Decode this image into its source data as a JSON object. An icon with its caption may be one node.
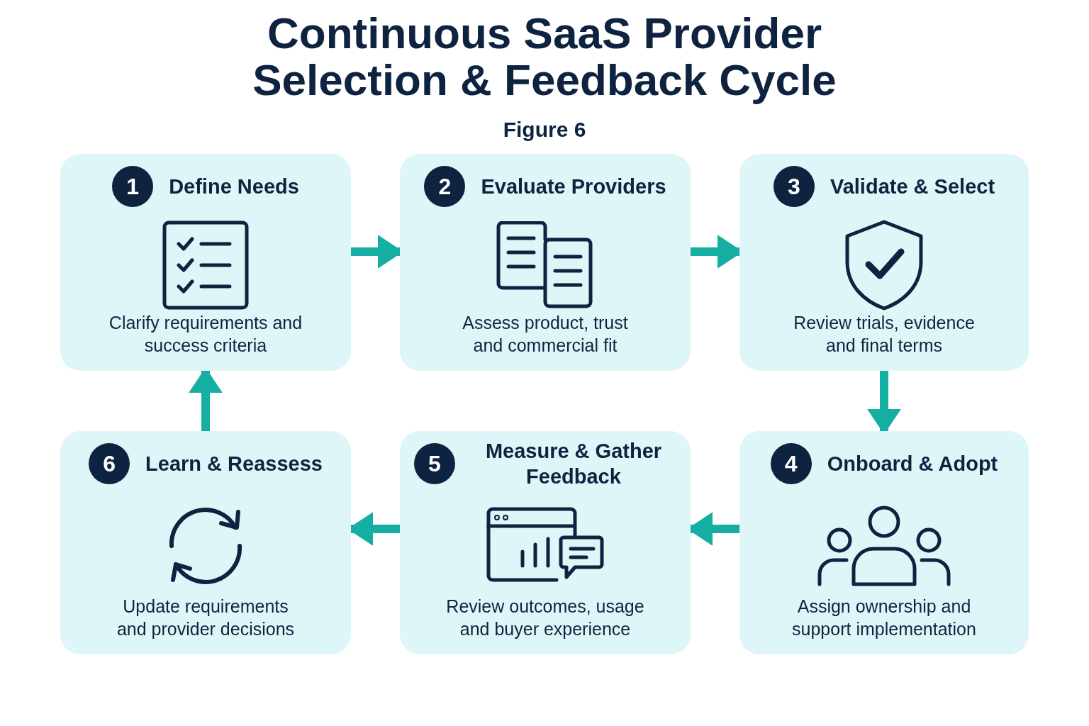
{
  "diagram": {
    "title": "Continuous SaaS Provider Selection & Feedback Cycle",
    "caption": "Figure 6",
    "nodes": [
      {
        "text": [
          "1",
          "Define Needs",
          "Clarify requirements and success criteria"
        ]
      },
      {
        "text": [
          "2",
          "Evaluate Providers",
          "Assess product, trust and commercial fit"
        ]
      },
      {
        "text": [
          "3",
          "Validate & Select",
          "Review trials, evidence and final terms"
        ]
      },
      {
        "text": [
          "4",
          "Onboard & Adopt",
          "Assign ownership and support implementation"
        ]
      },
      {
        "text": [
          "5",
          "Measure & Gather Feedback",
          "Review outcomes, usage and buyer experience"
        ]
      },
      {
        "text": [
          "6",
          "Learn & Reassess",
          "Update requirements and provider decisions"
        ]
      }
    ],
    "edges": [
      {
        "from": 0,
        "to": 1,
        "arrow": "to"
      },
      {
        "from": 1,
        "to": 2,
        "arrow": "to"
      },
      {
        "from": 2,
        "to": 3,
        "arrow": "to"
      },
      {
        "from": 3,
        "to": 4,
        "arrow": "to"
      },
      {
        "from": 4,
        "to": 5,
        "arrow": "to"
      },
      {
        "from": 5,
        "to": 0,
        "arrow": "to"
      }
    ]
  }
}
